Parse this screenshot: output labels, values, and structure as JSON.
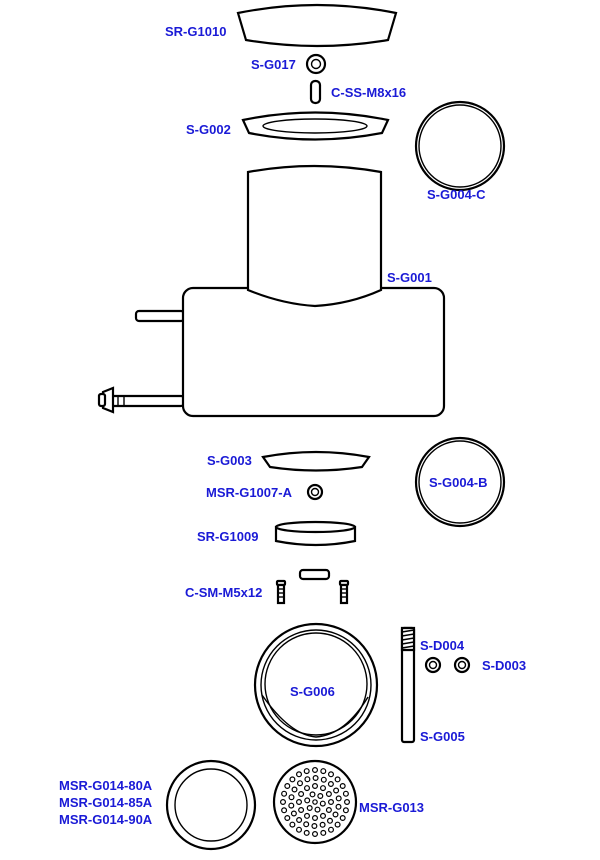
{
  "labels": {
    "sr_g1010": "SR-G1010",
    "s_g017": "S-G017",
    "c_ss_m8x16": "C-SS-M8x16",
    "s_g002": "S-G002",
    "s_g004_c": "S-G004-C",
    "s_g001": "S-G001",
    "s_g003": "S-G003",
    "msr_g1007_a": "MSR-G1007-A",
    "s_g004_b": "S-G004-B",
    "sr_g1009": "SR-G1009",
    "c_sm_m5x12": "C-SM-M5x12",
    "s_d004": "S-D004",
    "s_d003": "S-D003",
    "s_g006": "S-G006",
    "s_g005": "S-G005",
    "msr_g014_80a": "MSR-G014-80A",
    "msr_g014_85a": "MSR-G014-85A",
    "msr_g014_90a": "MSR-G014-90A",
    "msr_g013": "MSR-G013"
  },
  "colors": {
    "label": "#1a1ad6",
    "line": "#000000",
    "background": "#ffffff"
  }
}
